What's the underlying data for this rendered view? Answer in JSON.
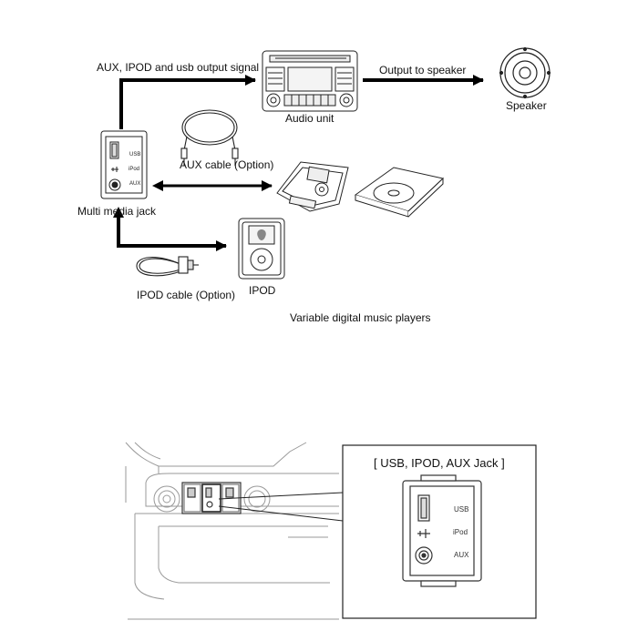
{
  "labels": {
    "output_signal": "AUX, IPOD and usb output signal",
    "output_speaker": "Output to speaker",
    "audio_unit": "Audio unit",
    "speaker": "Speaker",
    "aux_cable": "AUX cable (Option)",
    "multi_media_jack": "Multi media jack",
    "ipod": "IPOD",
    "ipod_cable": "IPOD cable (Option)",
    "variable_players": "Variable digital music players",
    "jack_title": "[ USB, IPOD, AUX Jack ]"
  },
  "jack_labels": {
    "usb": "USB",
    "ipod": "iPod",
    "aux": "AUX"
  }
}
